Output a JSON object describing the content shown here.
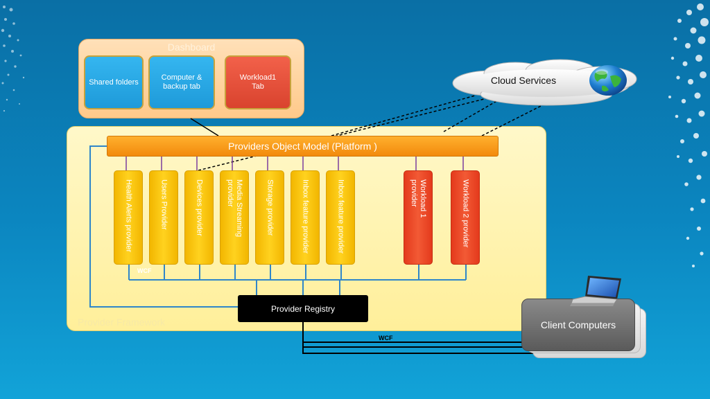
{
  "dashboard": {
    "title": "Dashboard",
    "tiles": [
      {
        "label": "Shared folders",
        "color": "#1e9ad9"
      },
      {
        "label": "Computer & backup tab",
        "color": "#1e9ad9"
      },
      {
        "label": "Workload1 Tab",
        "color": "#e24a33"
      }
    ]
  },
  "cloud": {
    "label": "Cloud Services",
    "icon": "globe-icon"
  },
  "framework": {
    "title": "Provider Framework",
    "platform": "Providers Object Model (Platform )",
    "providers": [
      {
        "label": "Health Alerts provider",
        "color": "#f2b600"
      },
      {
        "label": "Users Provider",
        "color": "#f2b600"
      },
      {
        "label": "Devices provider",
        "color": "#f2b600"
      },
      {
        "label": "Media Streaming provider",
        "color": "#f2b600"
      },
      {
        "label": "Storage provider",
        "color": "#f2b600"
      },
      {
        "label": "Inbox feature provider",
        "color": "#f2b600"
      },
      {
        "label": "Inbox feature provider",
        "color": "#f2b600"
      },
      {
        "label": "Workload 1 provider",
        "color": "#e43a1c"
      },
      {
        "label": "Workload 2 provider",
        "color": "#e43a1c"
      }
    ],
    "wcf_label": "WCF",
    "registry": "Provider Registry"
  },
  "clients": {
    "label": "Client Computers",
    "icon": "laptop-icon",
    "wcf_label": "WCF"
  }
}
